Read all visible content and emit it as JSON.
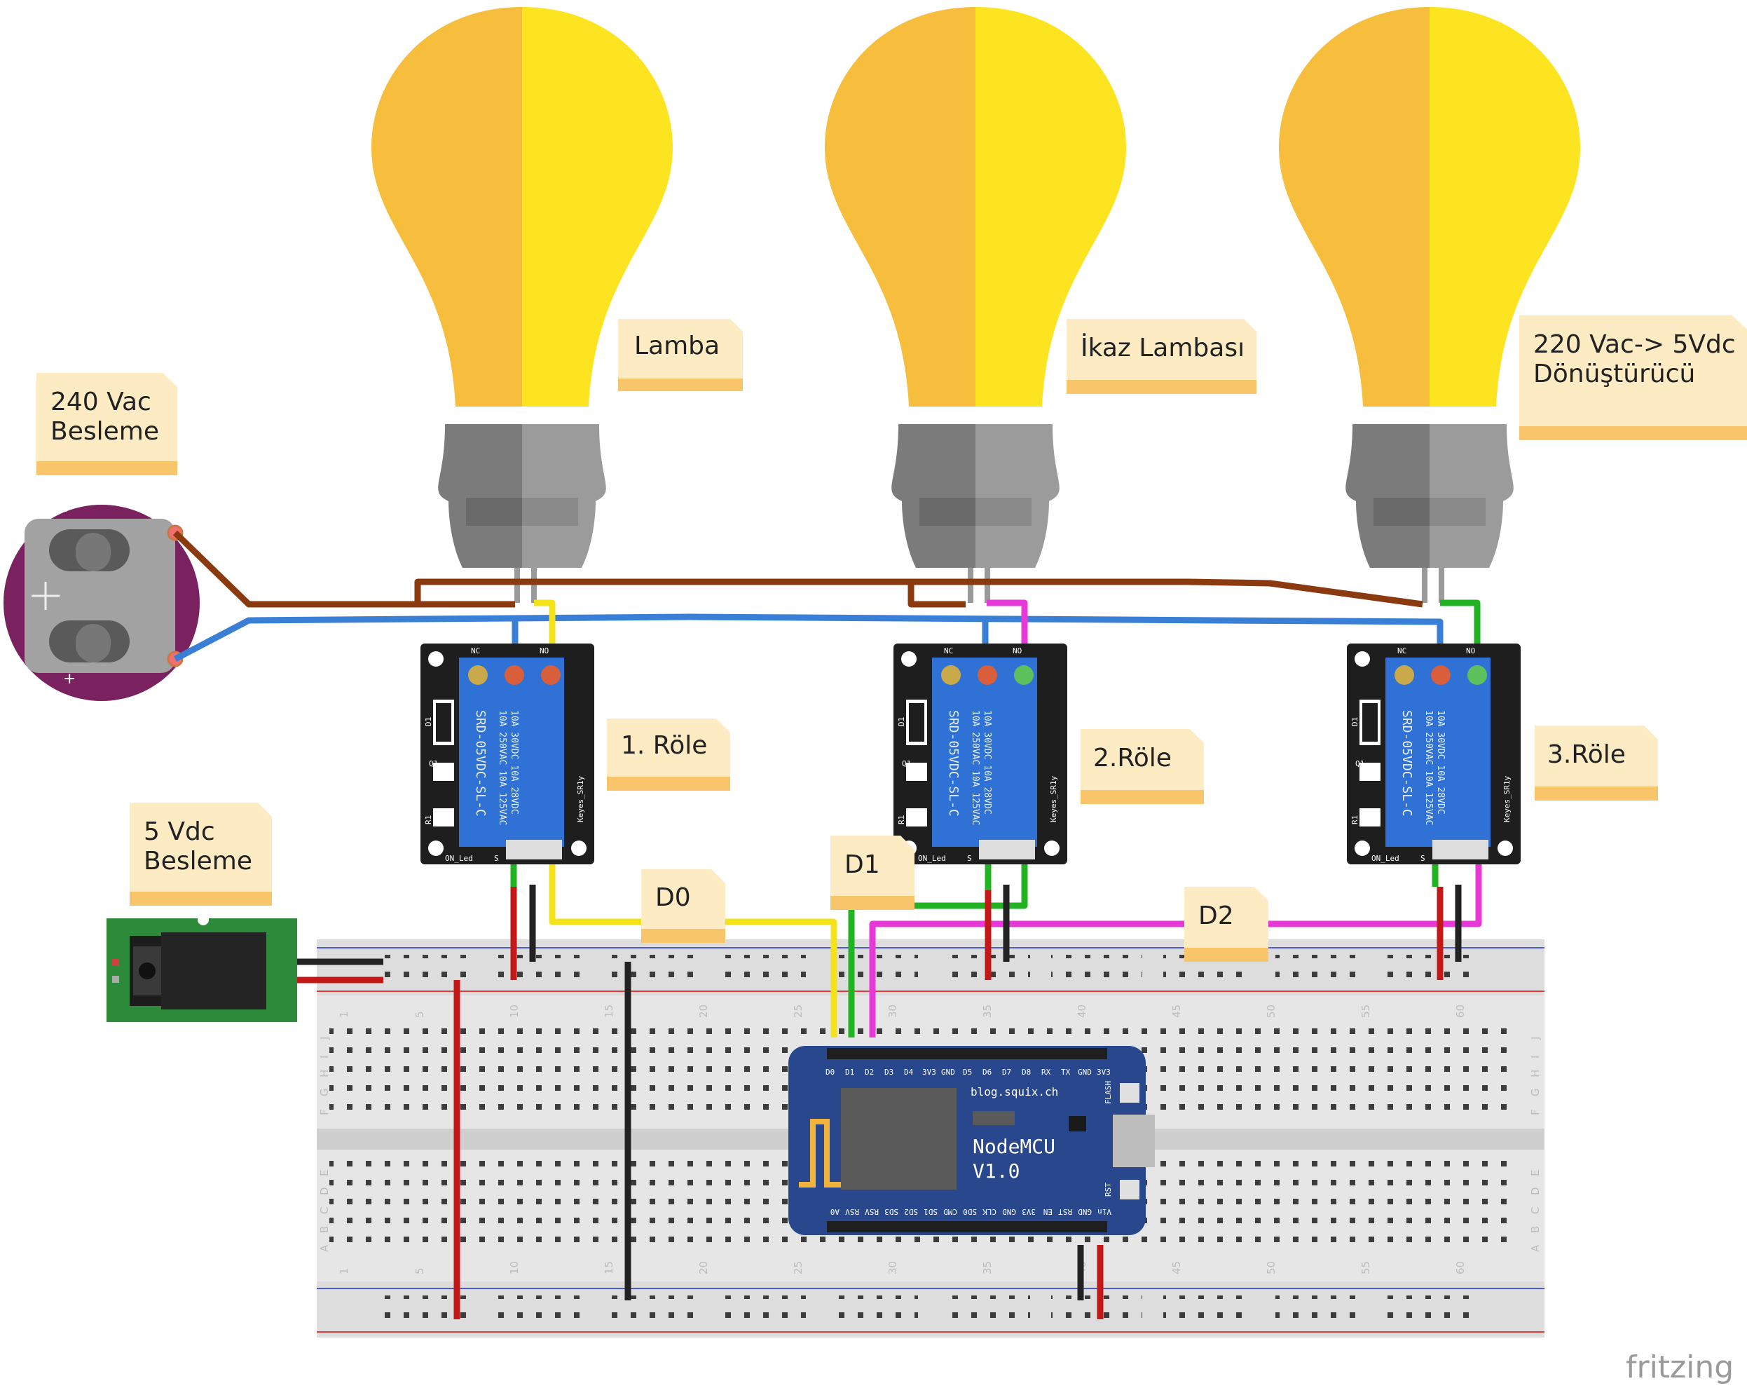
{
  "notes": {
    "lamba": "Lamba",
    "ikaz_lambasi": "İkaz Lambası",
    "converter_line1": "220 Vac-> 5Vdc",
    "converter_line2": "Dönüştürücü",
    "ac_supply_line1": "240 Vac",
    "ac_supply_line2": "Besleme",
    "dc_supply_line1": "5 Vdc",
    "dc_supply_line2": "Besleme",
    "relay1": "1. Röle",
    "relay2": "2.Röle",
    "relay3": "3.Röle",
    "d0": "D0",
    "d1": "D1",
    "d2": "D2"
  },
  "relay": {
    "nc": "NC",
    "no": "NO",
    "brand": "Keyes_SR1y",
    "model": "SRD-05VDC-SL-C",
    "rating1": "10A 250VAC  10A 125VAC",
    "rating2": "10A 30VDC  10A 28VDC",
    "on_led": "ON_Led",
    "s": "S",
    "d1": "D1",
    "q1": "Q1",
    "r1": "R1"
  },
  "nodemcu": {
    "title_line1": "NodeMCU",
    "title_line2": "V1.0",
    "site": "blog.squix.ch",
    "flash": "FLASH",
    "rst": "RST",
    "top_pins": [
      "D0",
      "D1",
      "D2",
      "D3",
      "D4",
      "3V3",
      "GND",
      "D5",
      "D6",
      "D7",
      "D8",
      "RX",
      "TX",
      "GND",
      "3V3"
    ],
    "bottom_pins": [
      "A0",
      "RSV",
      "RSV",
      "SD3",
      "SD2",
      "SD1",
      "CMD",
      "SD0",
      "CLK",
      "GND",
      "3V3",
      "EN",
      "RST",
      "GND",
      "Vin"
    ]
  },
  "breadboard": {
    "col_numbers": [
      "1",
      "5",
      "10",
      "15",
      "20",
      "25",
      "30",
      "35",
      "40",
      "45",
      "50",
      "55",
      "60"
    ],
    "row_letters_top": [
      "J",
      "I",
      "H",
      "G",
      "F"
    ],
    "row_letters_bottom": [
      "E",
      "D",
      "C",
      "B",
      "A"
    ]
  },
  "battery": {
    "plus": "+",
    "minus": "-"
  },
  "brand": "fritzing",
  "colors": {
    "bulb_left": "#f6be3c",
    "bulb_right": "#fde421",
    "socket_dark": "#7b7b7b",
    "socket_light": "#9b9b9b",
    "note_bg": "#fdebc4",
    "note_band": "#f8c56a",
    "relay_board": "#1e1e1e",
    "relay_body": "#2f71d4",
    "nodemcu_board": "#28478c",
    "wire_brown": "#8b3a10",
    "wire_blue": "#3a7fd6",
    "wire_yellow": "#f4e21b",
    "wire_magenta": "#e639d8",
    "wire_green": "#21b321",
    "wire_red": "#c21818",
    "wire_black": "#222222",
    "battery_holder": "#7a2160",
    "dc_jack_pcb": "#2d8a3a"
  }
}
